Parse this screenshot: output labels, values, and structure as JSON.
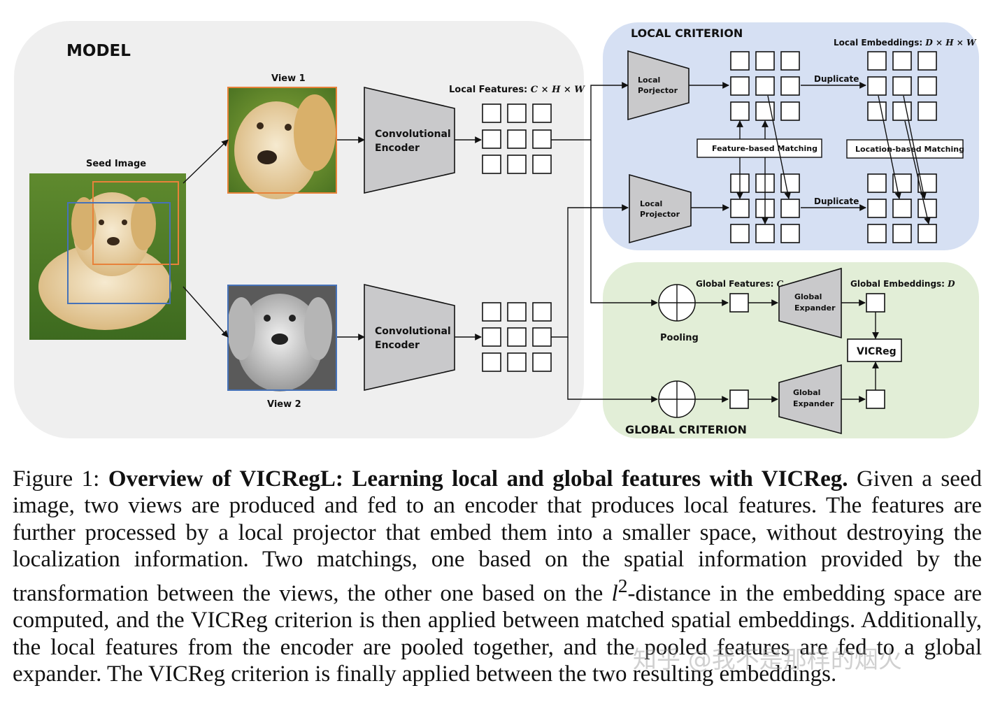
{
  "diagram": {
    "model_title": "MODEL",
    "seed_image_label": "Seed Image",
    "view1_label": "View 1",
    "view2_label": "View 2",
    "encoder_label_line1": "Convolutional",
    "encoder_label_line2": "Encoder",
    "local_features_prefix": "Local Features: ",
    "local_features_dims": "C × H × W",
    "local_criterion_title": "LOCAL CRITERION",
    "local_embeddings_prefix": "Local Embeddings: ",
    "local_embeddings_dims": "D × H × W",
    "local_projector_top_line1": "Local",
    "local_projector_top_line2": "Porjector",
    "local_projector_bottom_line1": "Local",
    "local_projector_bottom_line2": "Projector",
    "duplicate_label": "Duplicate",
    "feature_matching_label": "Feature-based Matching",
    "location_matching_label": "Location-based Matching",
    "global_criterion_title": "GLOBAL CRITERION",
    "global_features_prefix": "Global Features: ",
    "global_features_dims": "C",
    "global_embeddings_prefix": "Global Embeddings: ",
    "global_embeddings_dims": "D",
    "global_expander_line1": "Global",
    "global_expander_line2": "Expander",
    "pooling_label": "Pooling",
    "vicreg_label": "VICReg",
    "colors": {
      "model_panel": "#efefef",
      "local_panel": "#d6e0f3",
      "global_panel": "#e2eed7",
      "orange": "#e57a33",
      "dark_orange": "#c95718",
      "blue": "#4a8fd3",
      "yellow": "#f7c41a",
      "view1_frame": "#e8823a",
      "view2_frame": "#4672b8"
    }
  },
  "caption": {
    "label": "Figure 1:",
    "title": "Overview of VICRegL: Learning local and global features with VICReg.",
    "text_part1": "Given a seed image, two views are produced and fed to an encoder that produces local features. The features are further processed by a local projector that embed them into a smaller space, without destroying the localization information. Two matchings, one based on the spatial information provided by the transformation between the views, the other one based on the",
    "math_symbol": "l",
    "math_sup": "2",
    "text_part2": "-distance in the embedding space are computed, and the VICReg criterion is then applied between matched spatial embeddings. Additionally, the local features from the encoder are pooled together, and the pooled features are fed to a global expander. The VICReg criterion is finally applied between the two resulting embeddings."
  },
  "watermark": "知乎 @我不是那样的烟火"
}
